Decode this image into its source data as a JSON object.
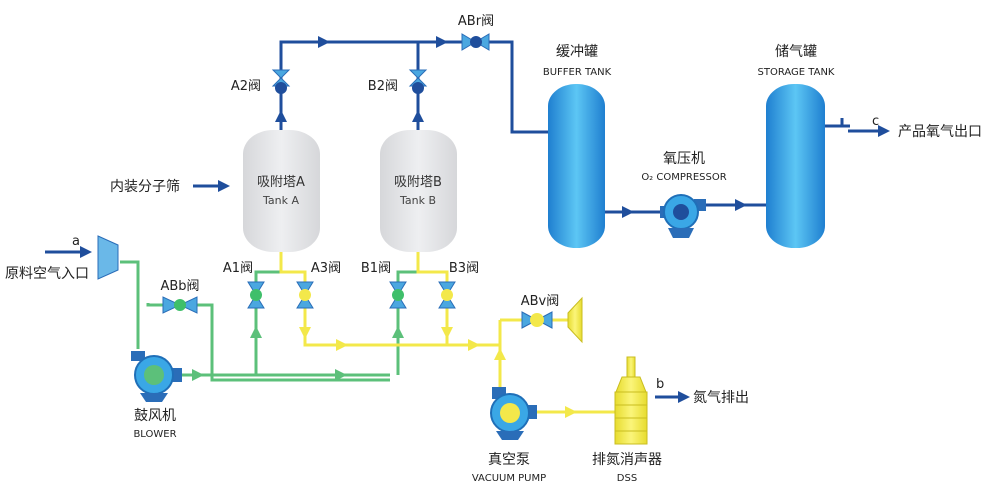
{
  "inputs": {
    "feed_label": "原料空气入口",
    "feed_marker": "a"
  },
  "sieve_label": "内装分子筛",
  "towers": {
    "a": {
      "name": "吸附塔A",
      "sub": "Tank A"
    },
    "b": {
      "name": "吸附塔B",
      "sub": "Tank B"
    }
  },
  "valves": {
    "a1": "A1阀",
    "a2": "A2阀",
    "a3": "A3阀",
    "b1": "B1阀",
    "b2": "B2阀",
    "b3": "B3阀",
    "abb": "ABb阀",
    "abr": "ABr阀",
    "abv": "ABv阀"
  },
  "equipment": {
    "buffer": {
      "name": "缓冲罐",
      "sub": "BUFFER TANK"
    },
    "storage": {
      "name": "储气罐",
      "sub": "STORAGE TANK"
    },
    "compressor": {
      "name": "氧压机",
      "sub": "O₂ COMPRESSOR"
    },
    "blower": {
      "name": "鼓风机",
      "sub": "BLOWER"
    },
    "vacuum_pump": {
      "name": "真空泵",
      "sub": "VACUUM PUMP"
    },
    "silencer": {
      "name": "排氮消声器",
      "sub": "DSS"
    }
  },
  "outputs": {
    "product_label": "产品氧气出口",
    "product_marker": "c",
    "nitrogen_label": "氮气排出",
    "nitrogen_marker": "b"
  },
  "colors": {
    "oxygen_line": "#1f4e9c",
    "air_line": "#5cc07a",
    "vacuum_line": "#f3e84a",
    "equipment_blue": "#3aa7e6",
    "tower_grey": "#e4e5e8"
  }
}
